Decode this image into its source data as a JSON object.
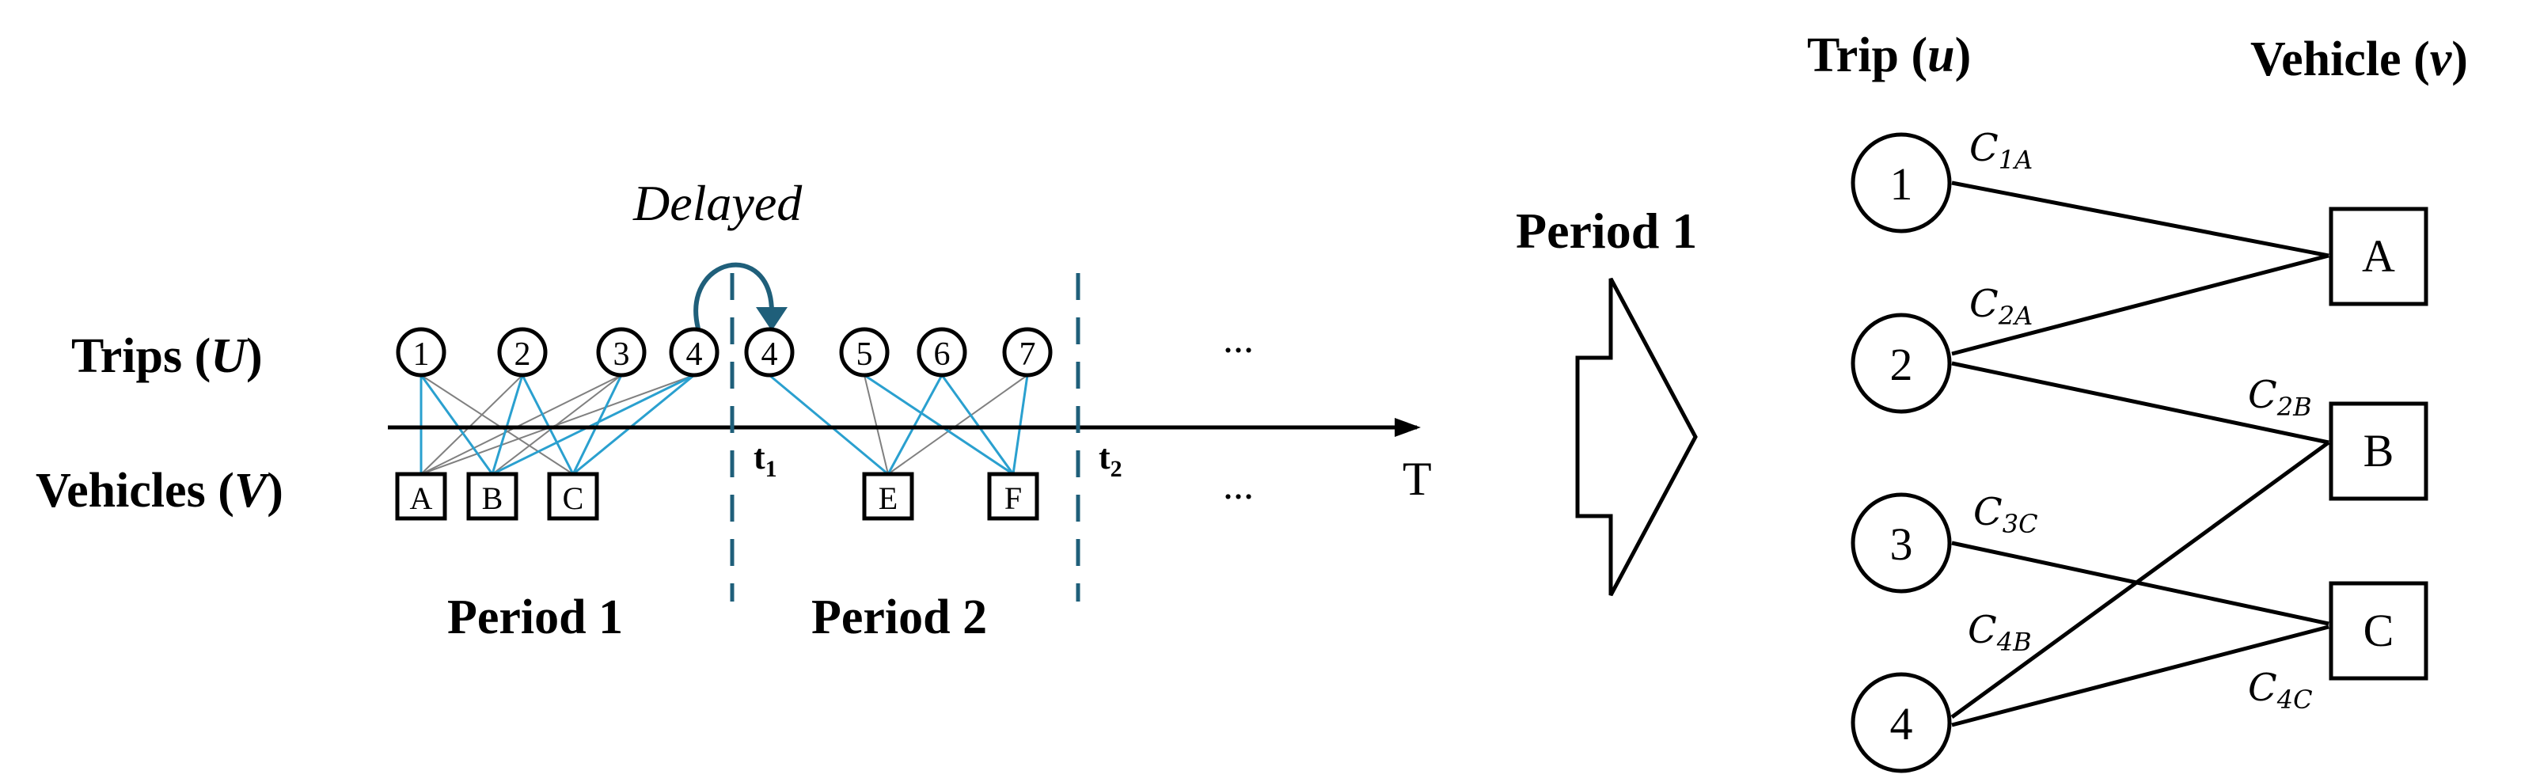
{
  "timeline": {
    "trips_label": "Trips (",
    "trips_sym": "U",
    "vehicles_label": "Vehicles (",
    "vehicles_sym": "V",
    "close": ")",
    "axis_end_label": "T",
    "t1": "t",
    "t1_sub": "1",
    "t2": "t",
    "t2_sub": "2",
    "ellipsis_trips": "...",
    "ellipsis_vehicles": "...",
    "delayed_label": "Delayed",
    "period1_label": "Period 1",
    "period2_label": "Period 2",
    "trip_nodes": [
      "1",
      "2",
      "3",
      "4",
      "4",
      "5",
      "6",
      "7"
    ],
    "vehicle_nodes": [
      "A",
      "B",
      "C",
      "E",
      "F"
    ]
  },
  "arrow_label": "Period 1",
  "bipartite": {
    "trip_header": "Trip (",
    "trip_sym": "u",
    "vehicle_header": "Vehicle (",
    "vehicle_sym": "v",
    "close": ")",
    "trips": [
      "1",
      "2",
      "3",
      "4"
    ],
    "vehicles": [
      "A",
      "B",
      "C"
    ],
    "cost_labels": [
      {
        "base": "C",
        "sub": "1A"
      },
      {
        "base": "C",
        "sub": "2A"
      },
      {
        "base": "C",
        "sub": "2B"
      },
      {
        "base": "C",
        "sub": "3C"
      },
      {
        "base": "C",
        "sub": "4B"
      },
      {
        "base": "C",
        "sub": "4C"
      }
    ]
  },
  "colors": {
    "line": "#000000",
    "blue_edge": "#2aa0cf",
    "gray_edge": "#808080",
    "dashed": "#1f5f7a",
    "delay_arrow": "#1f5f7a"
  }
}
